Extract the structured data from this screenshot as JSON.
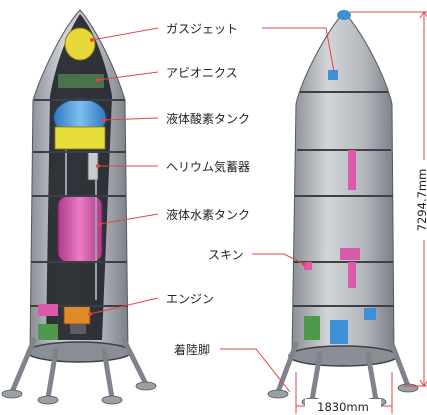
{
  "labels": {
    "gas_jet": "ガスジェット",
    "avionics": "アビオニクス",
    "lox_tank": "液体酸素タンク",
    "helium_tank": "ヘリウム気蓄器",
    "lh2_tank": "液体水素タンク",
    "skin": "スキン",
    "engine": "エンジン",
    "landing_legs": "着陸脚"
  },
  "dimensions": {
    "height": "7294.7mm",
    "diameter": "1830mm"
  },
  "colors": {
    "skin": "#b9bcc1",
    "skin_shade": "#8e9298",
    "lox": "#5aa6e0",
    "helium": "#e6dc3a",
    "lh2": "#d85aa8",
    "leader": "#e0454a",
    "dim_line": "#e0454a",
    "band": "#3d4046",
    "legs": "#7f848c",
    "green": "#4f9a4a"
  }
}
